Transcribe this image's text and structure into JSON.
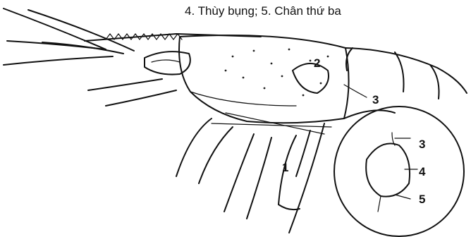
{
  "caption": "4. Thùy bụng; 5. Chân thứ ba",
  "labels": {
    "l1": "1",
    "l2": "2",
    "l3": "3",
    "l3b": "3",
    "l4": "4",
    "l5": "5"
  },
  "colors": {
    "ink": "#111111",
    "background": "#ffffff"
  }
}
